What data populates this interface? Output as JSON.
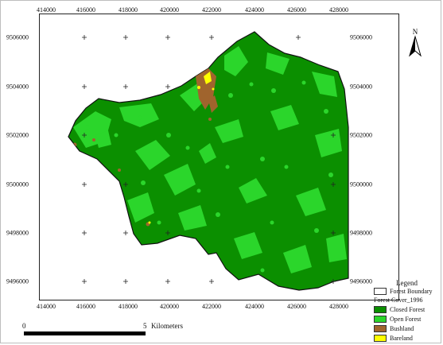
{
  "map": {
    "x_ticks": [
      "414000",
      "416000",
      "418000",
      "420000",
      "422000",
      "424000",
      "426000",
      "428000"
    ],
    "y_ticks_left": [
      "9506000",
      "9504000",
      "9502000",
      "9500000",
      "9498000",
      "9496000"
    ],
    "y_ticks_right": [
      "9506000",
      "9504000",
      "9502000",
      "9500000",
      "9498000",
      "9496000"
    ],
    "north_label": "N",
    "scale": {
      "start": "0",
      "end": "5",
      "unit": "Kilometers"
    }
  },
  "legend": {
    "title": "Legend",
    "boundary_label": "Forest Boundary",
    "group_label": "Forest Cover_1996",
    "items": [
      {
        "label": "Closed Forest",
        "color": "#0b8f00"
      },
      {
        "label": "Open Forest",
        "color": "#2bd62b"
      },
      {
        "label": "Bushland",
        "color": "#a0642d"
      },
      {
        "label": "Bareland",
        "color": "#ffff00"
      }
    ]
  }
}
